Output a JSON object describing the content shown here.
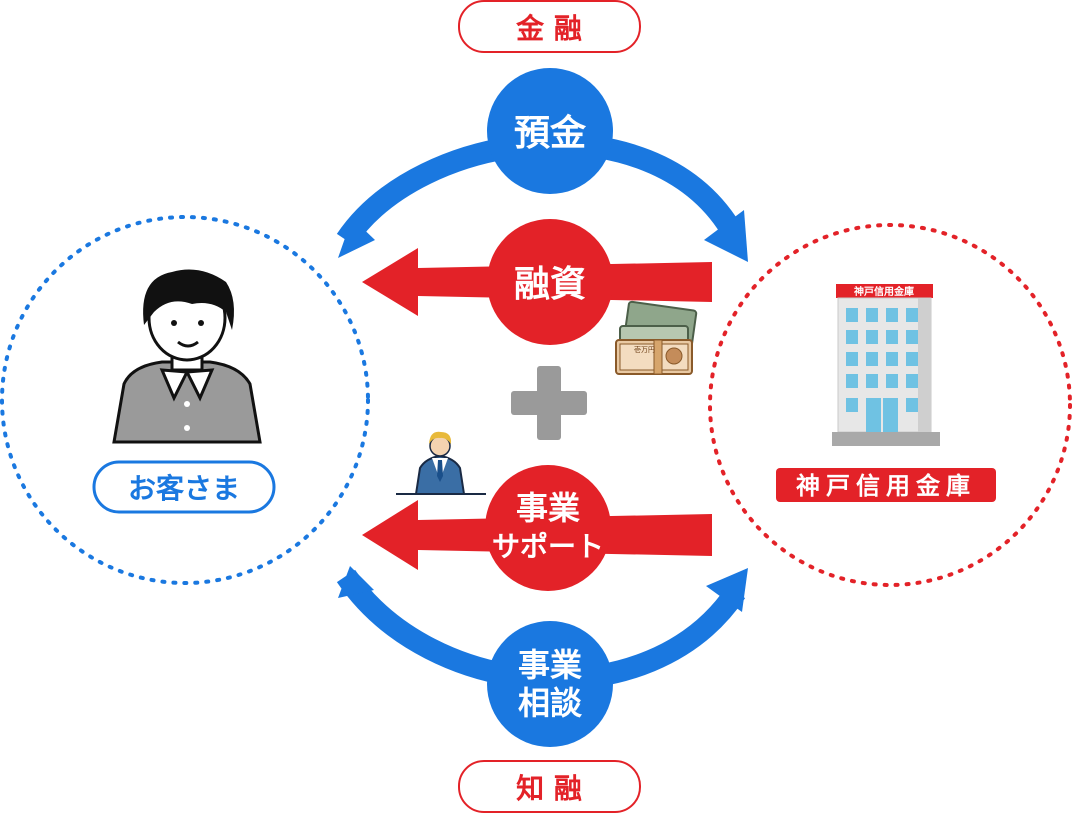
{
  "top_label": "金 融",
  "bottom_label": "知 融",
  "circles": {
    "deposit": "預金",
    "loan": "融資",
    "support_line1": "事業",
    "support_line2": "サポート",
    "consult_line1": "事業",
    "consult_line2": "相談"
  },
  "customer": {
    "label": "お客さま"
  },
  "bank": {
    "label": "神戸信用金庫",
    "sign": "神戸信用金庫"
  },
  "banknote_text": "壱万円",
  "icons": [
    "person-icon",
    "building-icon",
    "money-icon",
    "businessman-icon",
    "plus-icon"
  ],
  "colors": {
    "blue": "#1a78e0",
    "red": "#e32228",
    "gray": "#9a9a9a"
  }
}
